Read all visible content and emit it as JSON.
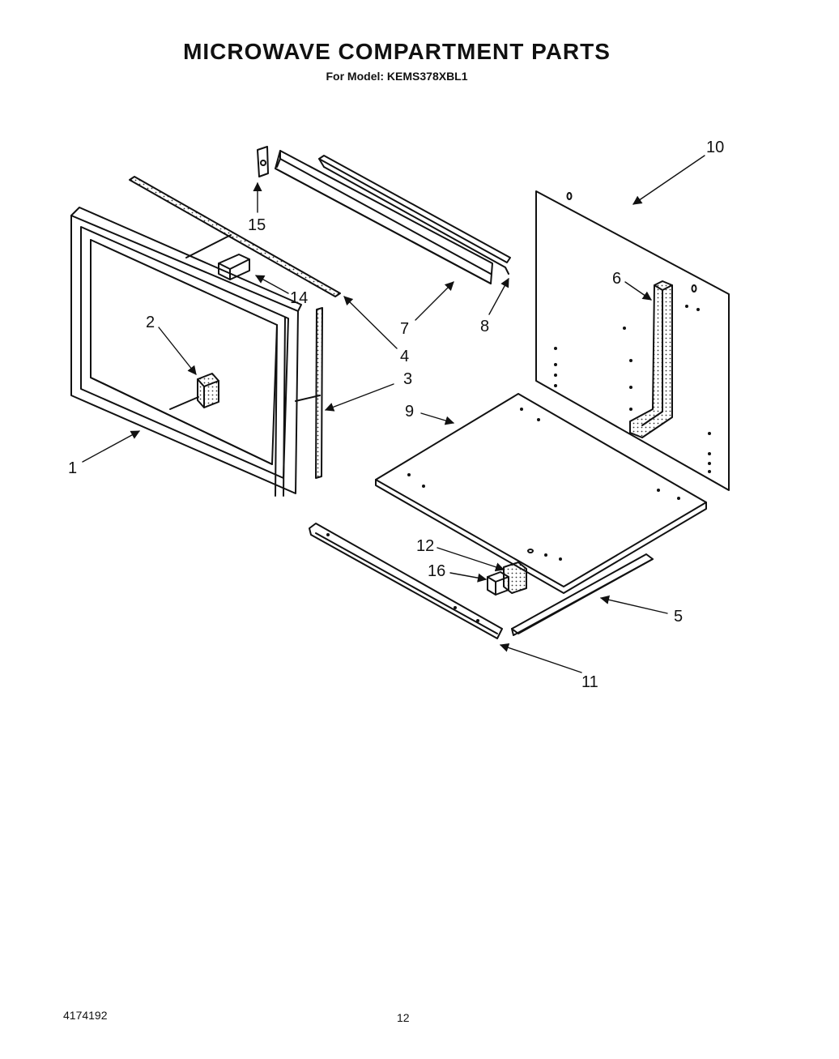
{
  "header": {
    "title": "MICROWAVE COMPARTMENT PARTS",
    "subtitle": "For Model: KEMS378XBL1"
  },
  "footer": {
    "doc_number": "4174192",
    "page_number": "12"
  },
  "callouts": {
    "c1": "1",
    "c2": "2",
    "c3": "3",
    "c4": "4",
    "c5": "5",
    "c6": "6",
    "c7": "7",
    "c8": "8",
    "c9": "9",
    "c10": "10",
    "c11": "11",
    "c12": "12",
    "c14": "14",
    "c15": "15",
    "c16": "16"
  }
}
